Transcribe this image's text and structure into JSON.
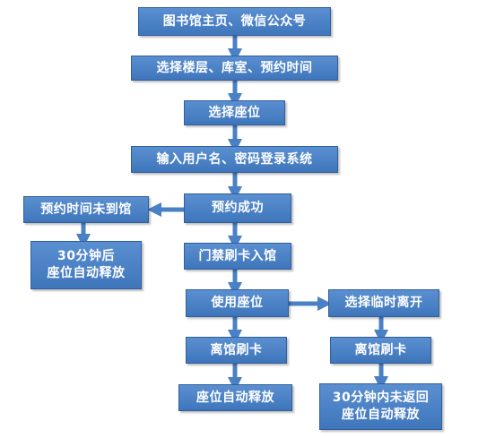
{
  "colors": {
    "box_fill": "#4a80c4",
    "box_border": "#2f5f9c",
    "text": "#ffffff",
    "arrow": "#4a80c4"
  },
  "nodes": {
    "n1": "图书馆主页、微信公众号",
    "n2": "选择楼层、库室、预约时间",
    "n3": "选择座位",
    "n4": "输入用户名、密码登录系统",
    "n5": "预约成功",
    "n6": "预约时间未到馆",
    "n7_line1": "30分钟后",
    "n7_line2": "座位自动释放",
    "n8": "门禁刷卡入馆",
    "n9": "使用座位",
    "n10": "选择临时离开",
    "n11": "离馆刷卡",
    "n12": "离馆刷卡",
    "n13": "座位自动释放",
    "n14_line1": "30分钟内未返回",
    "n14_line2": "座位自动释放"
  }
}
